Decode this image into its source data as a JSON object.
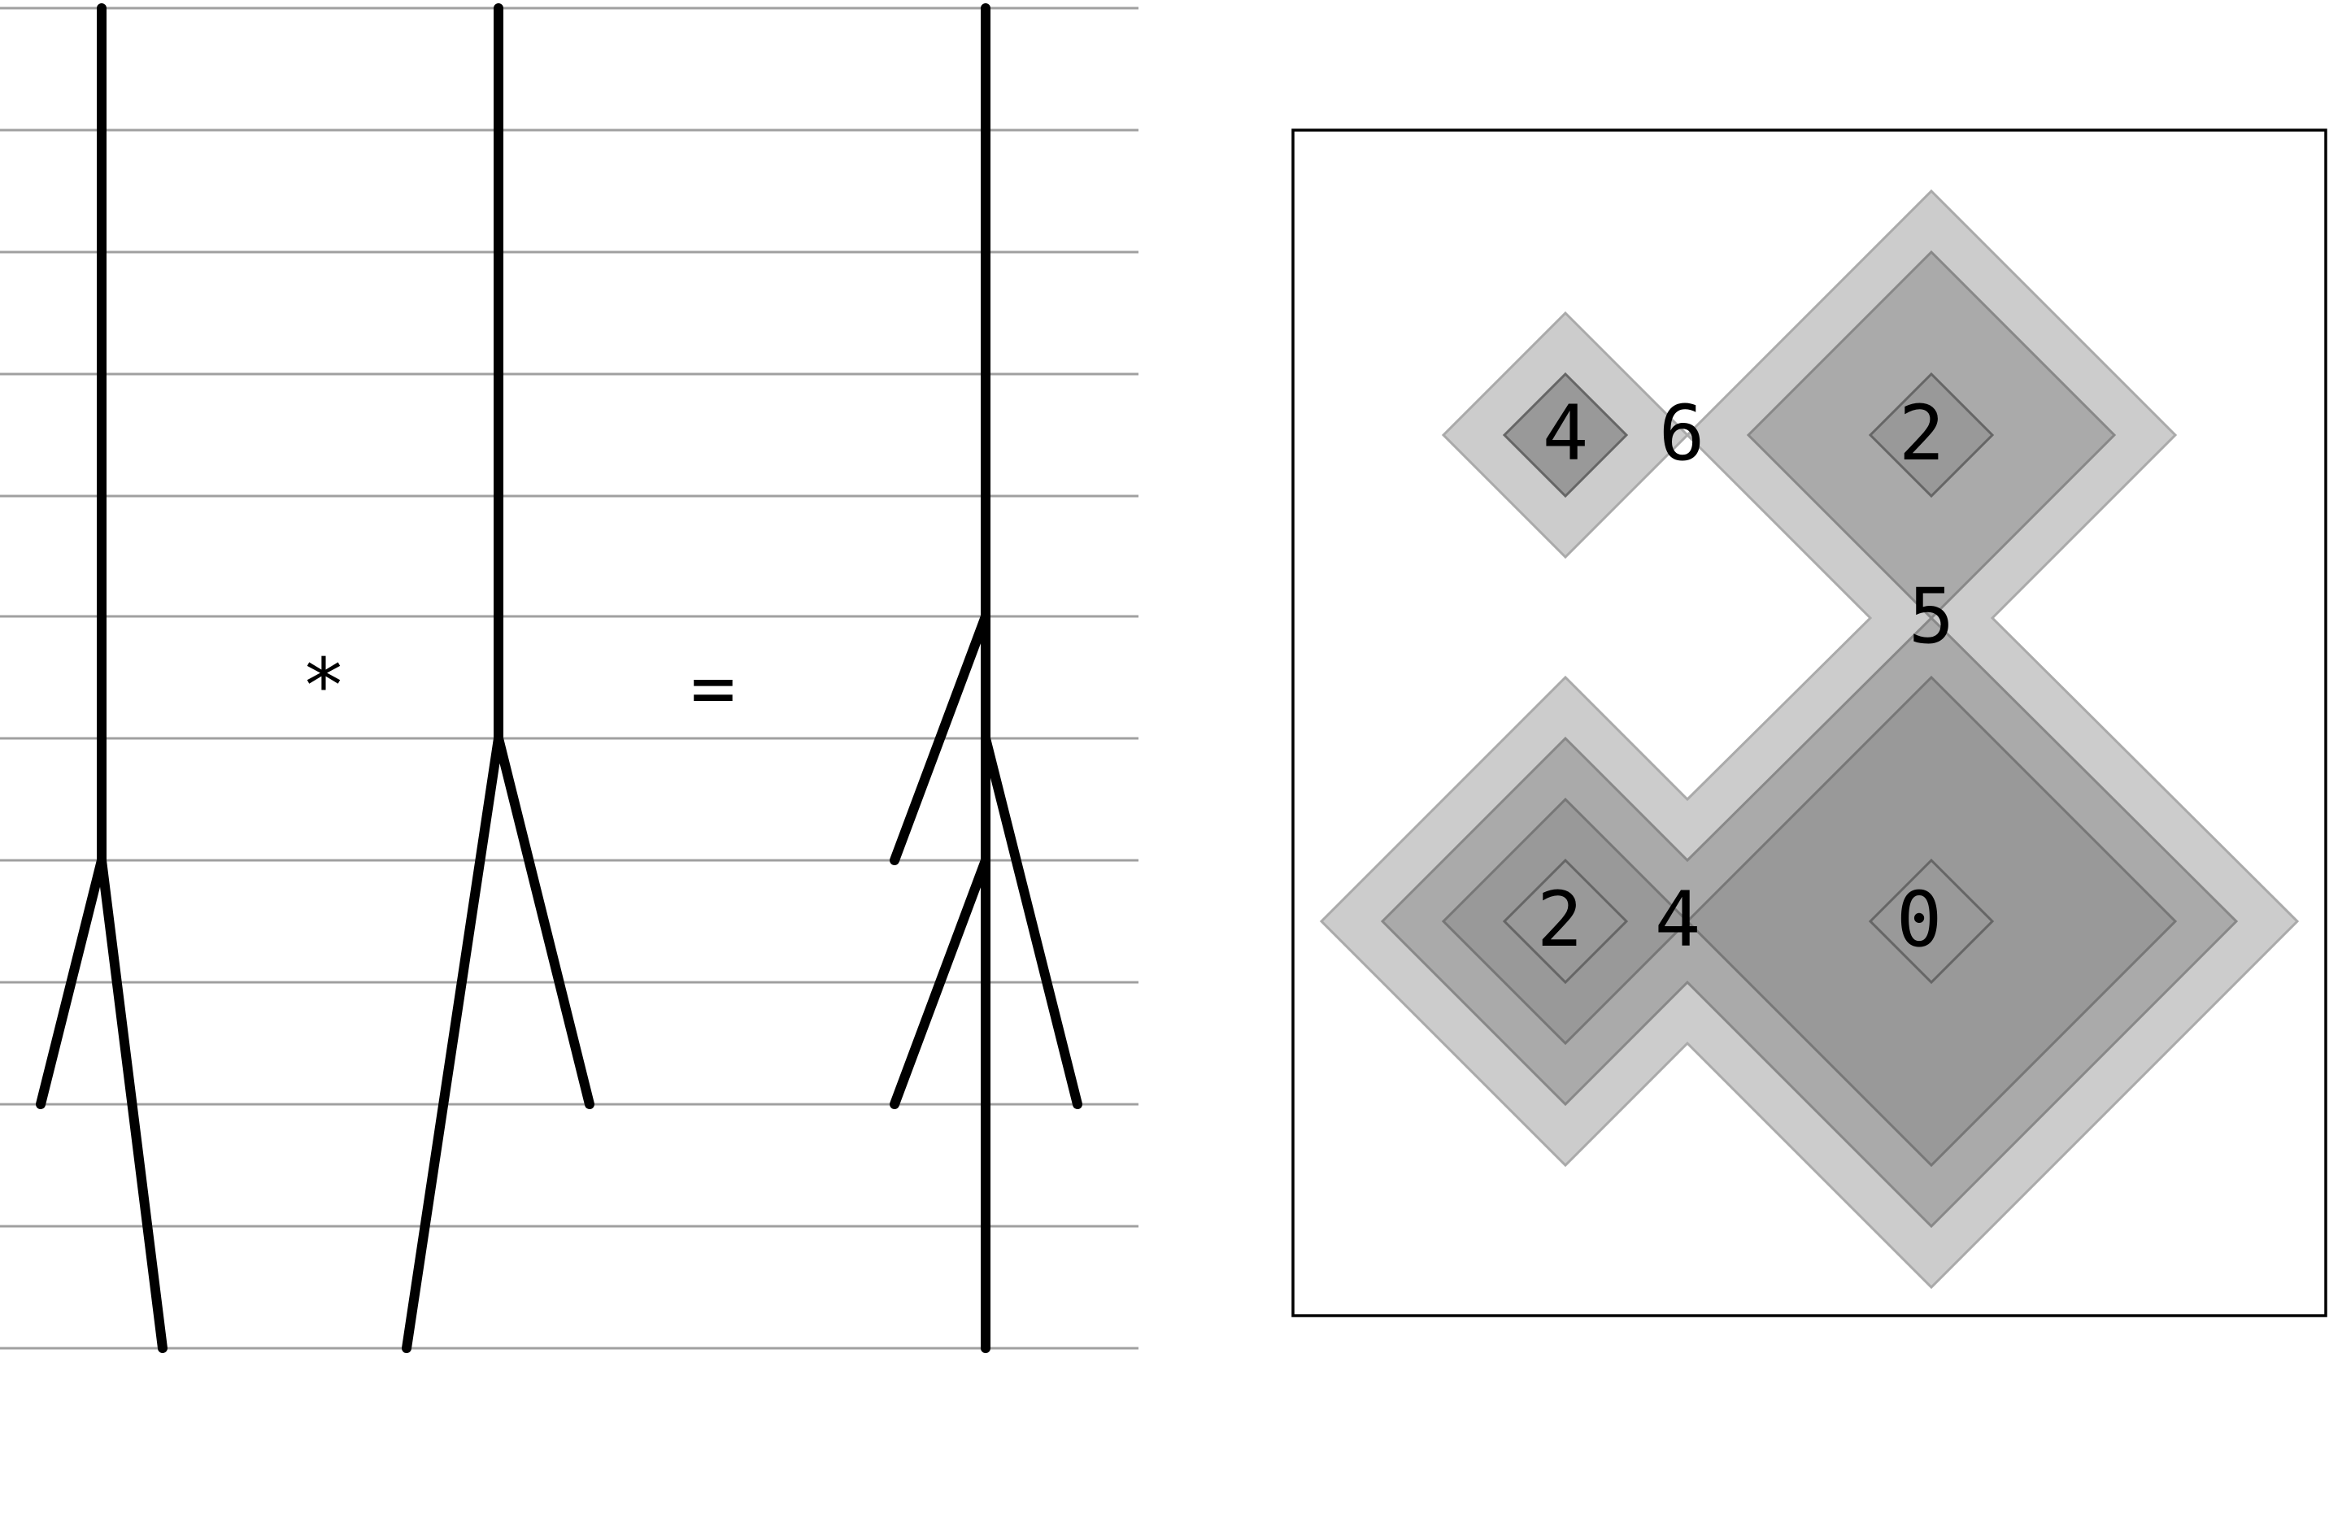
{
  "left_panel": {
    "operator_multiply": "*",
    "operator_equals": "="
  },
  "right_panel": {
    "labels": {
      "top_left_inner": "4",
      "top_left_gap": "6",
      "top_right_inner": "2",
      "middle_saddle": "5",
      "bottom_left_inner": "2",
      "bottom_left_gap": "4",
      "bottom_right_inner": "0"
    }
  }
}
